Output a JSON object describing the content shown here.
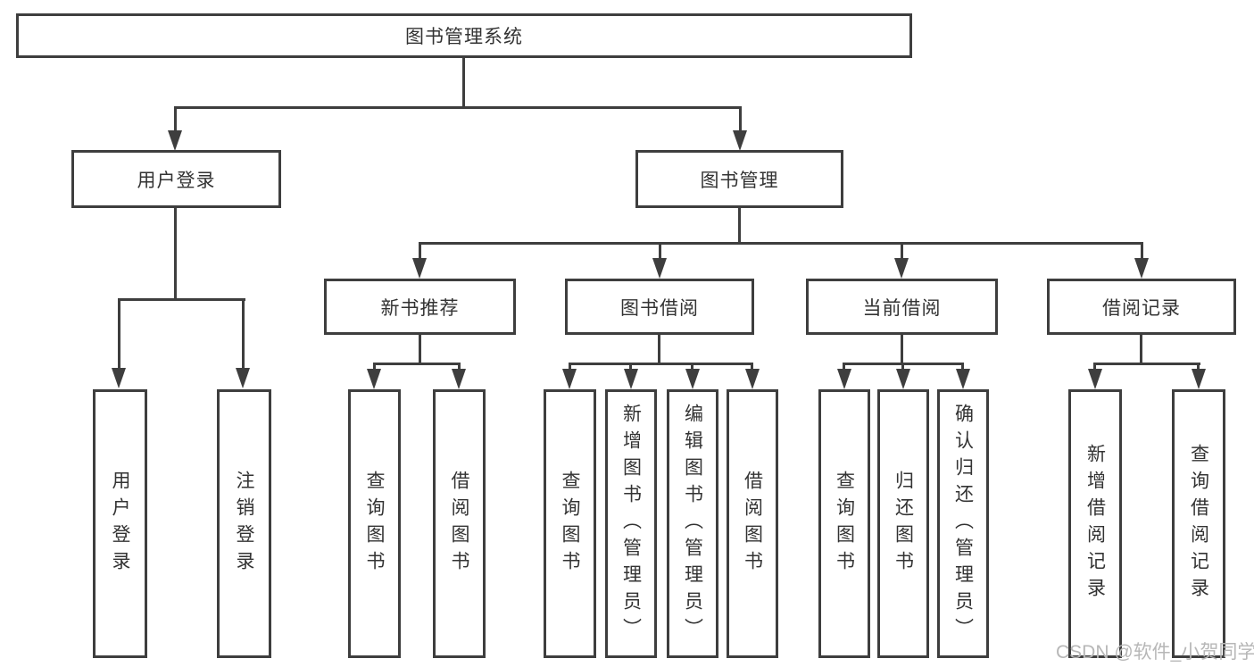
{
  "diagram_title": "图书管理系统",
  "tree": {
    "label": "图书管理系统",
    "children": [
      {
        "label": "用户登录",
        "children": [
          {
            "label": "用户登录"
          },
          {
            "label": "注销登录"
          }
        ]
      },
      {
        "label": "图书管理",
        "children": [
          {
            "label": "新书推荐",
            "children": [
              {
                "label": "查询图书"
              },
              {
                "label": "借阅图书"
              }
            ]
          },
          {
            "label": "图书借阅",
            "children": [
              {
                "label": "查询图书"
              },
              {
                "label": "新增图书（管理员）"
              },
              {
                "label": "编辑图书（管理员）"
              },
              {
                "label": "借阅图书"
              }
            ]
          },
          {
            "label": "当前借阅",
            "children": [
              {
                "label": "查询图书"
              },
              {
                "label": "归还图书"
              },
              {
                "label": "确认归还（管理员）"
              }
            ]
          },
          {
            "label": "借阅记录",
            "children": [
              {
                "label": "新增借阅记录"
              },
              {
                "label": "查询借阅记录"
              }
            ]
          }
        ]
      }
    ]
  },
  "watermark": {
    "text": "CSDN @软件_小贺同学"
  },
  "colors": {
    "line": "#3e3e3e",
    "text": "#333333",
    "watermark": "#b7b7b7",
    "background": "#ffffff"
  }
}
